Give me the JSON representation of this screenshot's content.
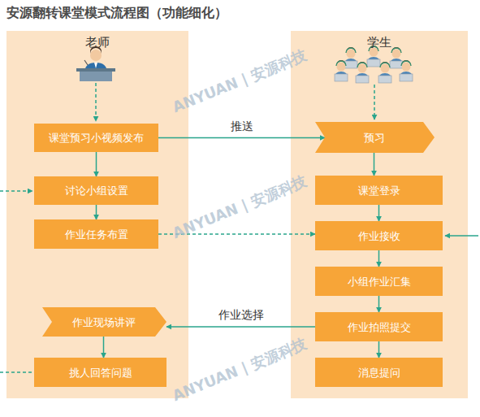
{
  "diagram": {
    "title": "安源翻转课堂模式流程图（功能细化）",
    "nodes": [
      {
        "text": [
          "老师"
        ]
      },
      {
        "text": [
          "课堂预习小视频发布"
        ],
        "in": 0
      },
      {
        "text": [
          "讨论小组设置"
        ],
        "in": 0
      },
      {
        "text": [
          "作业任务布置"
        ],
        "in": 0
      },
      {
        "text": [
          "作业现场讲评"
        ],
        "in": 0
      },
      {
        "text": [
          "挑人回答问题"
        ],
        "in": 0
      },
      {
        "text": [
          "学生"
        ]
      },
      {
        "text": [
          "预习"
        ],
        "in": 6
      },
      {
        "text": [
          "课堂登录"
        ],
        "in": 6
      },
      {
        "text": [
          "作业接收"
        ],
        "in": 6
      },
      {
        "text": [
          "小组作业汇集"
        ],
        "in": 6
      },
      {
        "text": [
          "作业拍照提交"
        ],
        "in": 6
      },
      {
        "text": [
          "消息提问"
        ],
        "in": 6
      }
    ],
    "edges": [
      {
        "from": 1,
        "to": 2,
        "arrow": "to"
      },
      {
        "from": 2,
        "to": 3,
        "arrow": "to"
      },
      {
        "from": 3,
        "to": 9,
        "arrow": "to"
      },
      {
        "from": 1,
        "to": 7,
        "label": "推送",
        "arrow": "to"
      },
      {
        "from": 7,
        "to": 8,
        "arrow": "to"
      },
      {
        "from": 8,
        "to": 9,
        "arrow": "to"
      },
      {
        "from": 9,
        "to": 10,
        "arrow": "to"
      },
      {
        "from": 10,
        "to": 11,
        "arrow": "to"
      },
      {
        "from": 11,
        "to": 4,
        "label": "作业选择",
        "arrow": "to"
      },
      {
        "from": 11,
        "to": 12,
        "arrow": "to"
      },
      {
        "from": 4,
        "to": 5,
        "arrow": "to"
      }
    ],
    "labels": [
      "ANYUAN | 安源科技",
      "ANYUAN | 安源科技",
      "ANYUAN | 安源科技"
    ]
  }
}
